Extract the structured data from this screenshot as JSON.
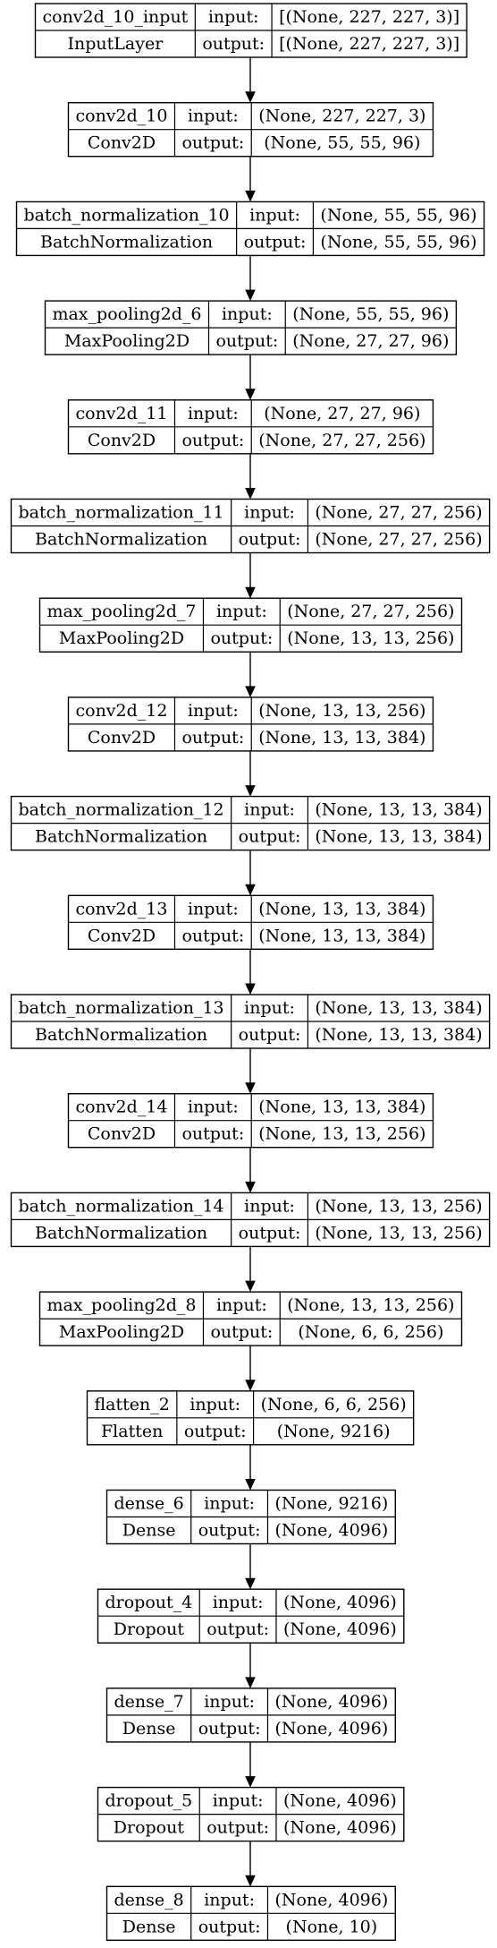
{
  "labels": {
    "input": "input:",
    "output": "output:"
  },
  "nodes": [
    {
      "name": "conv2d_10_input",
      "type": "InputLayer",
      "input": "[(None, 227, 227, 3)]",
      "output": "[(None, 227, 227, 3)]"
    },
    {
      "name": "conv2d_10",
      "type": "Conv2D",
      "input": "(None, 227, 227, 3)",
      "output": "(None, 55, 55, 96)"
    },
    {
      "name": "batch_normalization_10",
      "type": "BatchNormalization",
      "input": "(None, 55, 55, 96)",
      "output": "(None, 55, 55, 96)"
    },
    {
      "name": "max_pooling2d_6",
      "type": "MaxPooling2D",
      "input": "(None, 55, 55, 96)",
      "output": "(None, 27, 27, 96)"
    },
    {
      "name": "conv2d_11",
      "type": "Conv2D",
      "input": "(None, 27, 27, 96)",
      "output": "(None, 27, 27, 256)"
    },
    {
      "name": "batch_normalization_11",
      "type": "BatchNormalization",
      "input": "(None, 27, 27, 256)",
      "output": "(None, 27, 27, 256)"
    },
    {
      "name": "max_pooling2d_7",
      "type": "MaxPooling2D",
      "input": "(None, 27, 27, 256)",
      "output": "(None, 13, 13, 256)"
    },
    {
      "name": "conv2d_12",
      "type": "Conv2D",
      "input": "(None, 13, 13, 256)",
      "output": "(None, 13, 13, 384)"
    },
    {
      "name": "batch_normalization_12",
      "type": "BatchNormalization",
      "input": "(None, 13, 13, 384)",
      "output": "(None, 13, 13, 384)"
    },
    {
      "name": "conv2d_13",
      "type": "Conv2D",
      "input": "(None, 13, 13, 384)",
      "output": "(None, 13, 13, 384)"
    },
    {
      "name": "batch_normalization_13",
      "type": "BatchNormalization",
      "input": "(None, 13, 13, 384)",
      "output": "(None, 13, 13, 384)"
    },
    {
      "name": "conv2d_14",
      "type": "Conv2D",
      "input": "(None, 13, 13, 384)",
      "output": "(None, 13, 13, 256)"
    },
    {
      "name": "batch_normalization_14",
      "type": "BatchNormalization",
      "input": "(None, 13, 13, 256)",
      "output": "(None, 13, 13, 256)"
    },
    {
      "name": "max_pooling2d_8",
      "type": "MaxPooling2D",
      "input": "(None, 13, 13, 256)",
      "output": "(None, 6, 6, 256)"
    },
    {
      "name": "flatten_2",
      "type": "Flatten",
      "input": "(None, 6, 6, 256)",
      "output": "(None, 9216)"
    },
    {
      "name": "dense_6",
      "type": "Dense",
      "input": "(None, 9216)",
      "output": "(None, 4096)"
    },
    {
      "name": "dropout_4",
      "type": "Dropout",
      "input": "(None, 4096)",
      "output": "(None, 4096)"
    },
    {
      "name": "dense_7",
      "type": "Dense",
      "input": "(None, 4096)",
      "output": "(None, 4096)"
    },
    {
      "name": "dropout_5",
      "type": "Dropout",
      "input": "(None, 4096)",
      "output": "(None, 4096)"
    },
    {
      "name": "dense_8",
      "type": "Dense",
      "input": "(None, 4096)",
      "output": "(None, 10)"
    }
  ]
}
